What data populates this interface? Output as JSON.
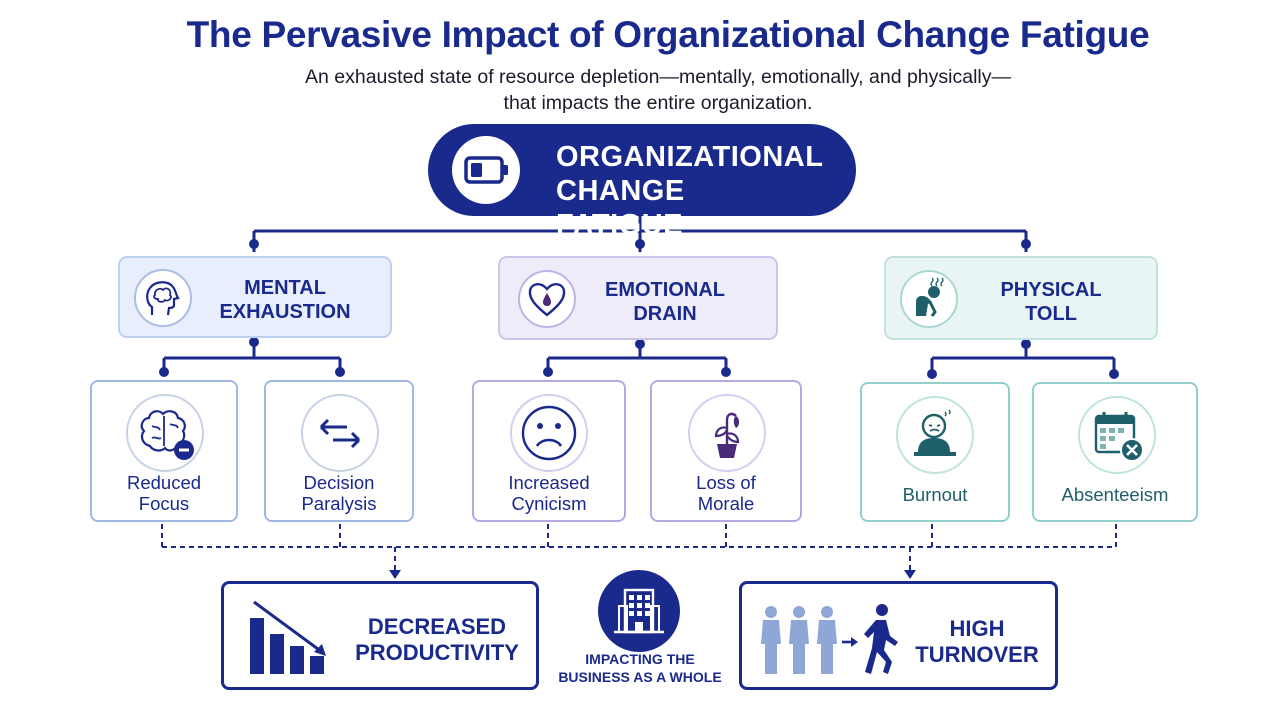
{
  "title": "The Pervasive Impact of Organizational Change Fatigue",
  "subtitle_line1": "An exhausted state of resource depletion—mentally, emotionally, and physically—",
  "subtitle_line2": "that impacts the entire organization.",
  "root": {
    "line1": "ORGANIZATIONAL",
    "line2": "CHANGE FATIGUE",
    "icon": "battery-low-icon"
  },
  "categories": [
    {
      "line1": "MENTAL",
      "line2": "EXHAUSTION",
      "icon": "head-brain-icon",
      "color": "#7f9ed8",
      "bg": "#e8eefb"
    },
    {
      "line1": "EMOTIONAL",
      "line2": "DRAIN",
      "icon": "heart-drop-icon",
      "color": "#a99ad6",
      "bg": "#efecfa"
    },
    {
      "line1": "PHYSICAL",
      "line2": "TOLL",
      "icon": "tired-person-icon",
      "color": "#8ecbc6",
      "bg": "#e9f5f4"
    }
  ],
  "effects": [
    {
      "line1": "Reduced",
      "line2": "Focus",
      "icon": "brain-minus-icon"
    },
    {
      "line1": "Decision",
      "line2": "Paralysis",
      "icon": "opposite-arrows-icon"
    },
    {
      "line1": "Increased",
      "line2": "Cynicism",
      "icon": "sad-face-icon"
    },
    {
      "line1": "Loss of",
      "line2": "Morale",
      "icon": "wilted-plant-icon"
    },
    {
      "line1": "Burnout",
      "line2": "",
      "icon": "burnout-person-icon"
    },
    {
      "line1": "Absenteeism",
      "line2": "",
      "icon": "calendar-x-icon"
    }
  ],
  "outcomes": {
    "productivity": {
      "line1": "DECREASED",
      "line2": "PRODUCTIVITY",
      "icon": "declining-bar-chart-icon"
    },
    "center": {
      "line1": "IMPACTING THE",
      "line2": "BUSINESS AS A WHOLE",
      "icon": "office-building-icon"
    },
    "turnover": {
      "line1": "HIGH",
      "line2": "TURNOVER",
      "icon": "people-leaving-icon"
    }
  },
  "colors": {
    "navy": "#1a2a8c",
    "mental": "#7f9ed8",
    "emotional": "#a99ad6",
    "physical": "#8ecbc6",
    "teal_icon": "#1f5f6a"
  }
}
